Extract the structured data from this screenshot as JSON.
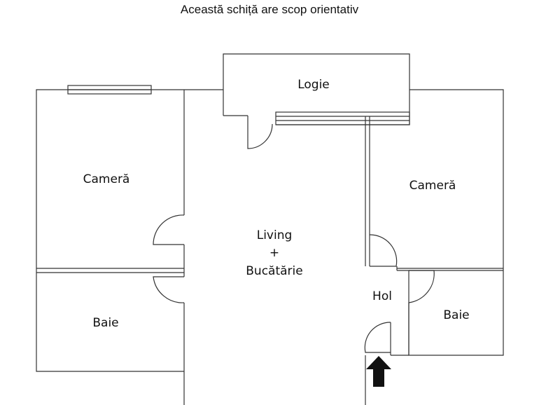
{
  "caption": "Această schiță are scop orientativ",
  "rooms": {
    "logie": "Logie",
    "camera_left": "Cameră",
    "camera_right": "Cameră",
    "living_line1": "Living",
    "living_line2": "+",
    "living_line3": "Bucătărie",
    "hol": "Hol",
    "baie_left": "Baie",
    "baie_right": "Baie"
  },
  "icons": {
    "entrance": "entrance-arrow-icon"
  }
}
